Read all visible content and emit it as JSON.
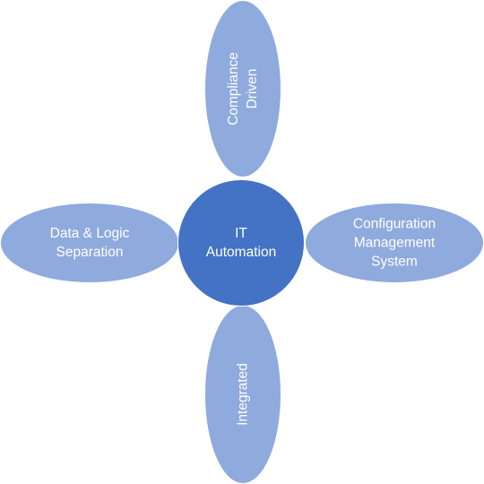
{
  "diagram": {
    "center": {
      "lines": [
        "IT",
        "Automation"
      ]
    },
    "top": {
      "lines": [
        "Compliance",
        "Driven"
      ]
    },
    "right": {
      "lines": [
        "Configuration",
        "Management",
        "System"
      ]
    },
    "bottom": {
      "lines": [
        "Integrated"
      ]
    },
    "left": {
      "lines": [
        "Data & Logic",
        "Separation"
      ]
    }
  },
  "colors": {
    "hub": "#4472c4",
    "petal": "#8faadc",
    "text": "#ffffff"
  }
}
